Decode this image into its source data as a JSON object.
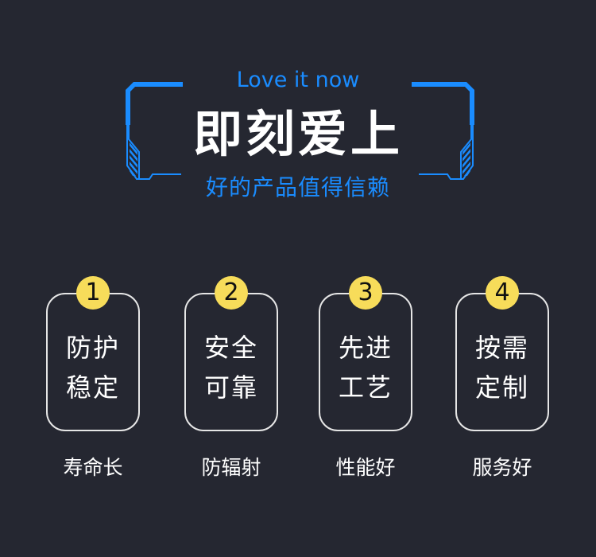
{
  "header": {
    "eyebrow": "Love it now",
    "title": "即刻爱上",
    "subtitle": "好的产品值得信赖",
    "accent_color": "#1a8cff"
  },
  "features": [
    {
      "number": "1",
      "line1": "防护",
      "line2": "稳定",
      "caption": "寿命长"
    },
    {
      "number": "2",
      "line1": "安全",
      "line2": "可靠",
      "caption": "防辐射"
    },
    {
      "number": "3",
      "line1": "先进",
      "line2": "工艺",
      "caption": "性能好"
    },
    {
      "number": "4",
      "line1": "按需",
      "line2": "定制",
      "caption": "服务好"
    }
  ],
  "colors": {
    "background": "#252731",
    "badge": "#f7dc5a",
    "card_border": "#e6e6e6"
  }
}
